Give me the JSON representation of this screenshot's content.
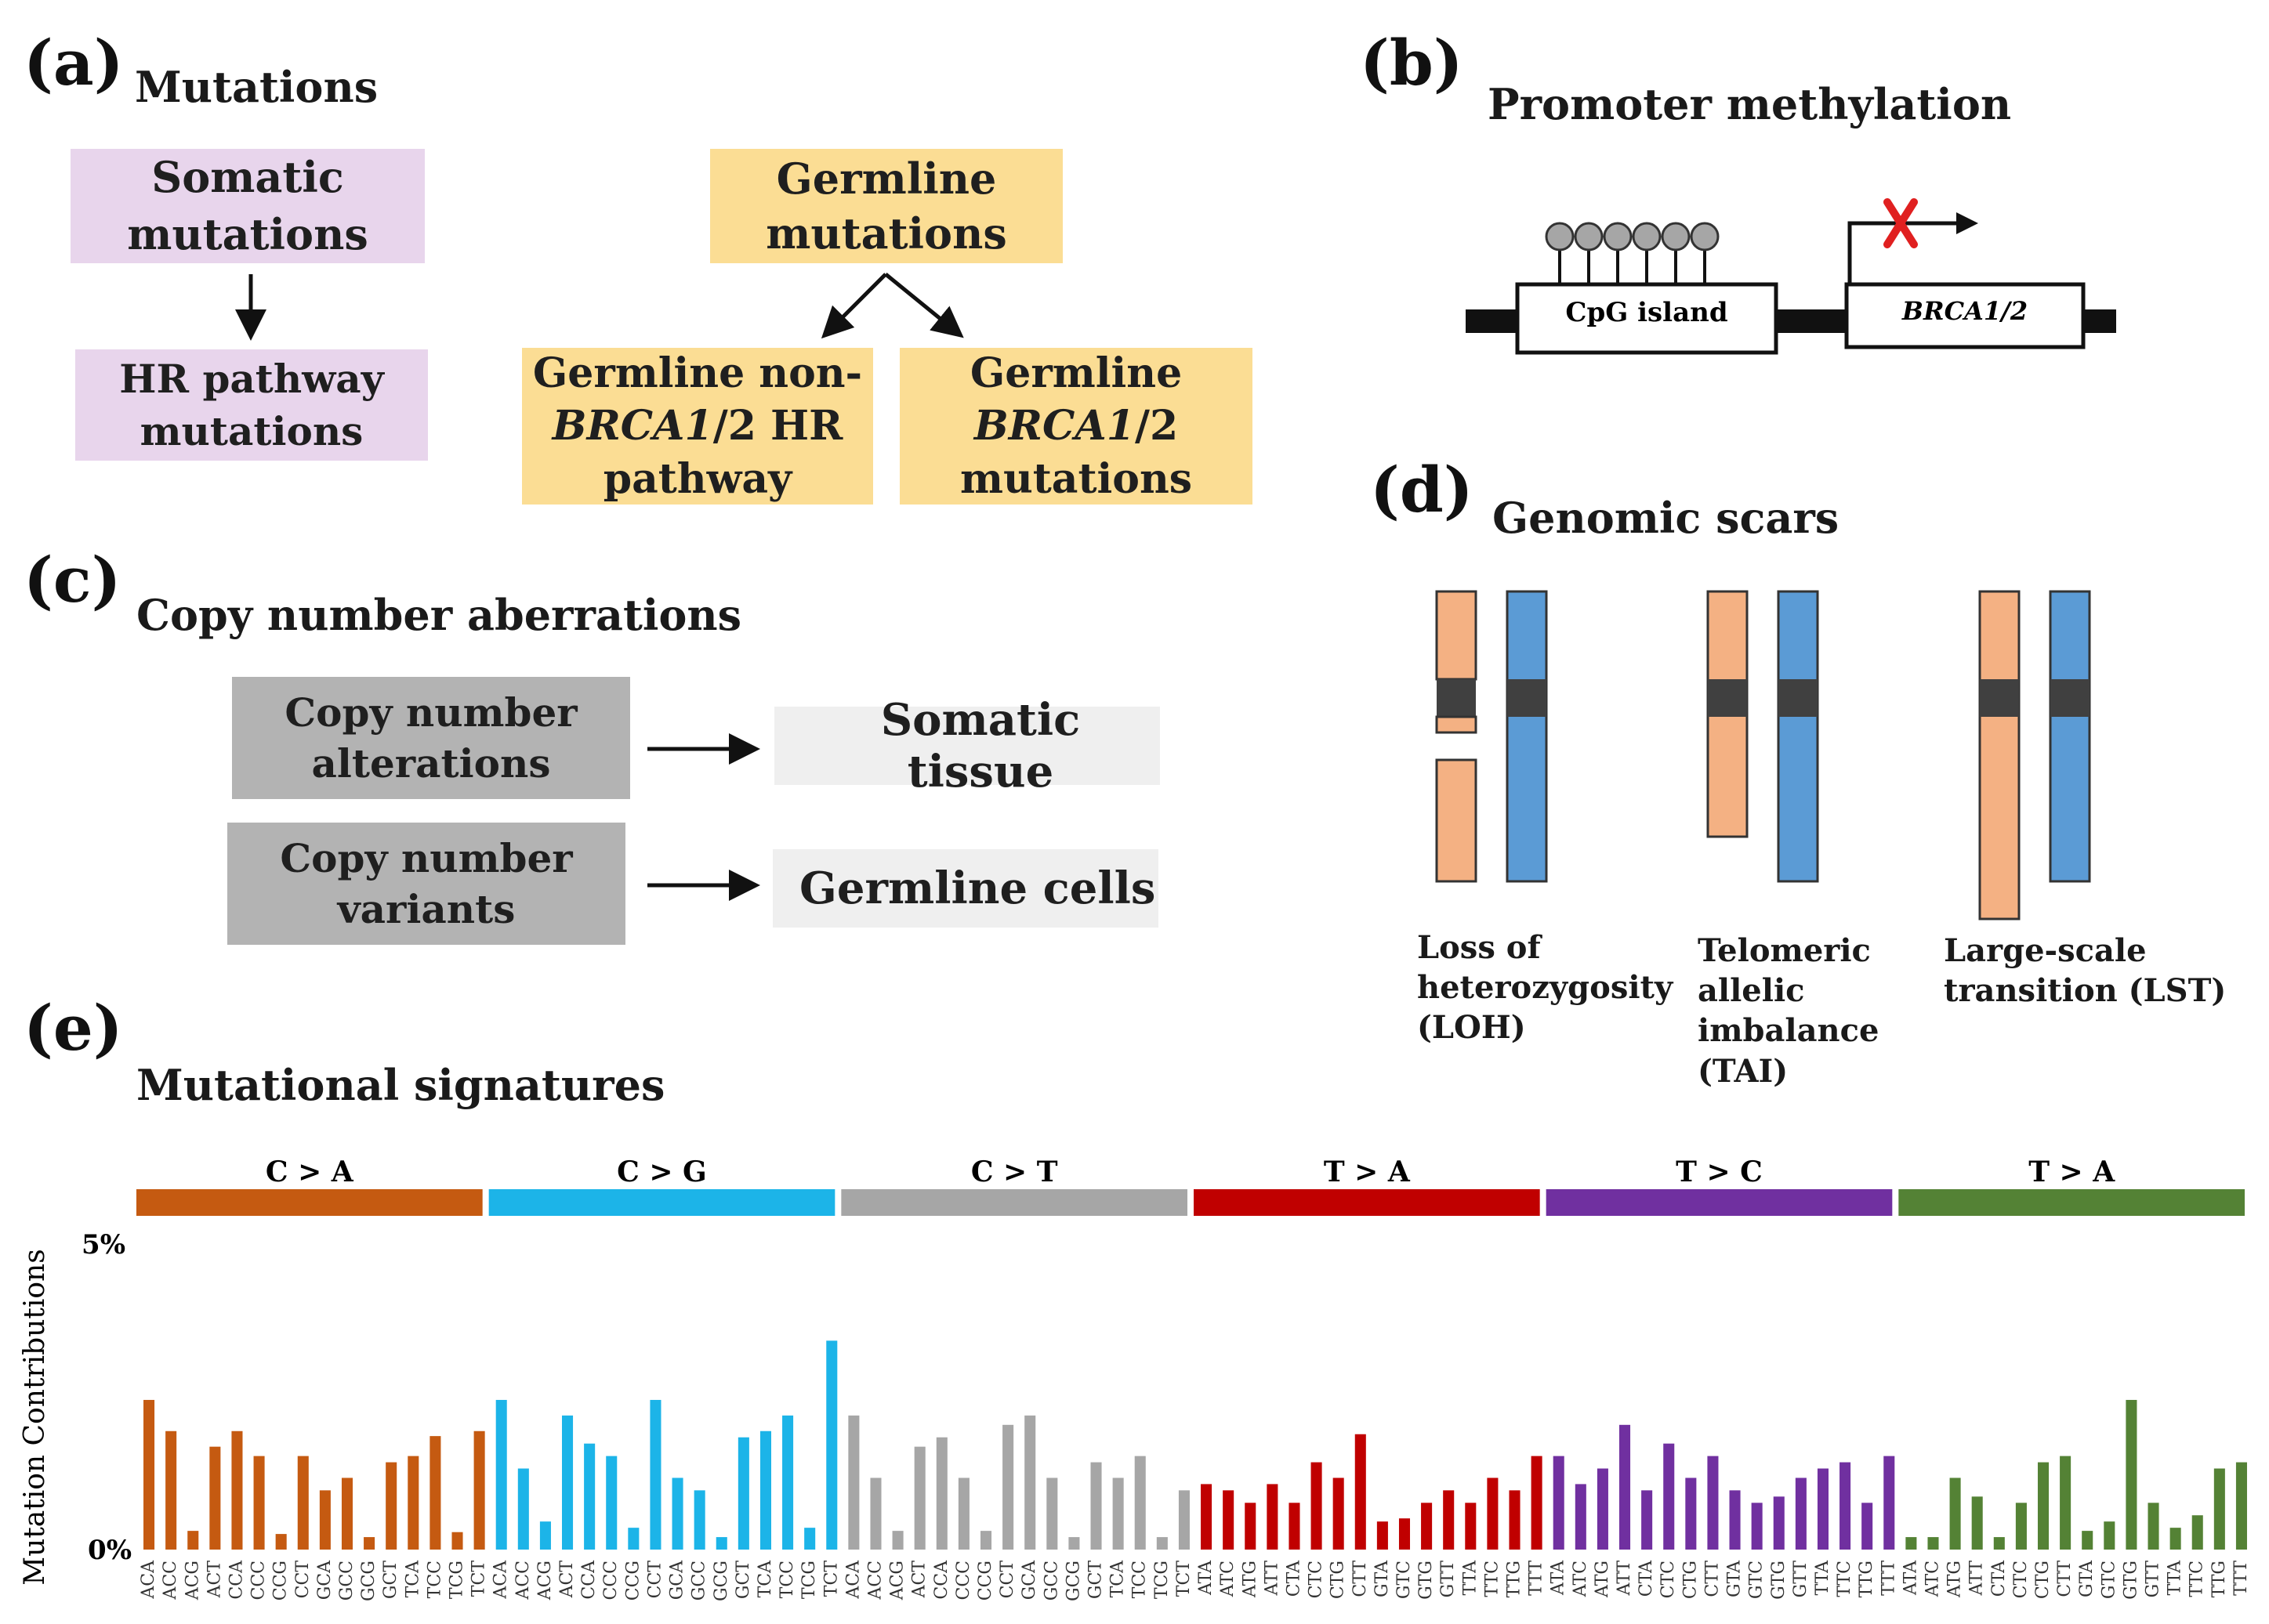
{
  "panel_a": {
    "label": "(a)",
    "heading": "Mutations",
    "somatic": [
      "Somatic",
      "mutations"
    ],
    "hr_pathway": [
      "HR pathway",
      "mutations"
    ],
    "germline": [
      "Germline",
      "mutations"
    ],
    "germline_non_brca": {
      "line1": "Germline non-",
      "line2_italic": "BRCA1",
      "line2_rest": "/2 HR",
      "line3": "pathway"
    },
    "germline_brca": {
      "line1": "Germline",
      "line2_italic": "BRCA1",
      "line2_rest": "/2",
      "line3": "mutations"
    },
    "colors": {
      "somatic_fill": "#e8d5ec",
      "germline_fill": "#fbdd94"
    }
  },
  "panel_b": {
    "label": "(b)",
    "heading": "Promoter methylation",
    "cpg_label": "CpG island",
    "gene_label": "BRCA1/2",
    "methyl_group_count": 6,
    "block_color": "#e02020"
  },
  "panel_c": {
    "label": "(c)",
    "heading": "Copy number aberrations",
    "alterations": [
      "Copy number",
      "alterations"
    ],
    "variants": [
      "Copy number",
      "variants"
    ],
    "somatic_tissue": "Somatic tissue",
    "germline_cells": "Germline cells"
  },
  "panel_d": {
    "label": "(d)",
    "heading": "Genomic scars",
    "captions": [
      [
        "Loss of",
        "heterozygosity",
        "(LOH)"
      ],
      [
        "Telomeric",
        "allelic",
        "imbalance",
        "(TAI)"
      ],
      [
        "Large-scale",
        "transition (LST)"
      ]
    ],
    "colors": {
      "maternal": "#f4b183",
      "paternal": "#5b9bd5",
      "centromere": "#404040"
    }
  },
  "panel_e": {
    "label": "(e)",
    "heading": "Mutational signatures"
  },
  "chart_data": {
    "type": "bar",
    "ylabel": "Mutation Contributions",
    "yticks": [
      "5%",
      "0%"
    ],
    "ylim": [
      0,
      5
    ],
    "grid": false,
    "groups": [
      {
        "name": "C > A",
        "color": "#c55a11",
        "categories": [
          "ACA",
          "ACC",
          "ACG",
          "ACT",
          "CCA",
          "CCC",
          "CCG",
          "CCT",
          "GCA",
          "GCC",
          "GCG",
          "GCT",
          "TCA",
          "TCC",
          "TCG",
          "TCT"
        ],
        "values": [
          2.4,
          1.9,
          0.3,
          1.65,
          1.9,
          1.5,
          0.25,
          1.5,
          0.95,
          1.15,
          0.2,
          1.4,
          1.5,
          1.82,
          0.28,
          1.9
        ]
      },
      {
        "name": "C > G",
        "color": "#1cb4e8",
        "categories": [
          "ACA",
          "ACC",
          "ACG",
          "ACT",
          "CCA",
          "CCC",
          "CCG",
          "CCT",
          "GCA",
          "GCC",
          "GCG",
          "GCT",
          "TCA",
          "TCC",
          "TCG",
          "TCT"
        ],
        "values": [
          2.4,
          1.3,
          0.45,
          2.15,
          1.7,
          1.5,
          0.35,
          2.4,
          1.15,
          0.95,
          0.2,
          1.8,
          1.9,
          2.15,
          0.35,
          3.35
        ]
      },
      {
        "name": "C > T",
        "color": "#a6a6a6",
        "categories": [
          "ACA",
          "ACC",
          "ACG",
          "ACT",
          "CCA",
          "CCC",
          "CCG",
          "CCT",
          "GCA",
          "GCC",
          "GCG",
          "GCT",
          "TCA",
          "TCC",
          "TCG",
          "TCT"
        ],
        "values": [
          2.15,
          1.15,
          0.3,
          1.65,
          1.8,
          1.15,
          0.3,
          2.0,
          2.15,
          1.15,
          0.2,
          1.4,
          1.15,
          1.5,
          0.2,
          0.95
        ]
      },
      {
        "name": "T > A",
        "color": "#c00000",
        "categories": [
          "ATA",
          "ATC",
          "ATG",
          "ATT",
          "CTA",
          "CTC",
          "CTG",
          "CTT",
          "GTA",
          "GTC",
          "GTG",
          "GTT",
          "TTA",
          "TTC",
          "TTG",
          "TTT"
        ],
        "values": [
          1.05,
          0.95,
          0.75,
          1.05,
          0.75,
          1.4,
          1.15,
          1.85,
          0.45,
          0.5,
          0.75,
          0.95,
          0.75,
          1.15,
          0.95,
          1.5
        ]
      },
      {
        "name": "T > C",
        "color": "#7030a0",
        "categories": [
          "ATA",
          "ATC",
          "ATG",
          "ATT",
          "CTA",
          "CTC",
          "CTG",
          "CTT",
          "GTA",
          "GTC",
          "GTG",
          "GTT",
          "TTA",
          "TTC",
          "TTG",
          "TTT"
        ],
        "values": [
          1.5,
          1.05,
          1.3,
          2.0,
          0.95,
          1.7,
          1.15,
          1.5,
          0.95,
          0.75,
          0.85,
          1.15,
          1.3,
          1.4,
          0.75,
          1.5
        ]
      },
      {
        "name": "T > A",
        "color": "#548235",
        "categories": [
          "ATA",
          "ATC",
          "ATG",
          "ATT",
          "CTA",
          "CTC",
          "CTG",
          "CTT",
          "GTA",
          "GTC",
          "GTG",
          "GTT",
          "TTA",
          "TTC",
          "TTG",
          "TTT"
        ],
        "values": [
          0.2,
          0.2,
          1.15,
          0.85,
          0.2,
          0.75,
          1.4,
          1.5,
          0.3,
          0.45,
          2.4,
          0.75,
          0.35,
          0.55,
          1.3,
          1.4
        ]
      }
    ]
  }
}
